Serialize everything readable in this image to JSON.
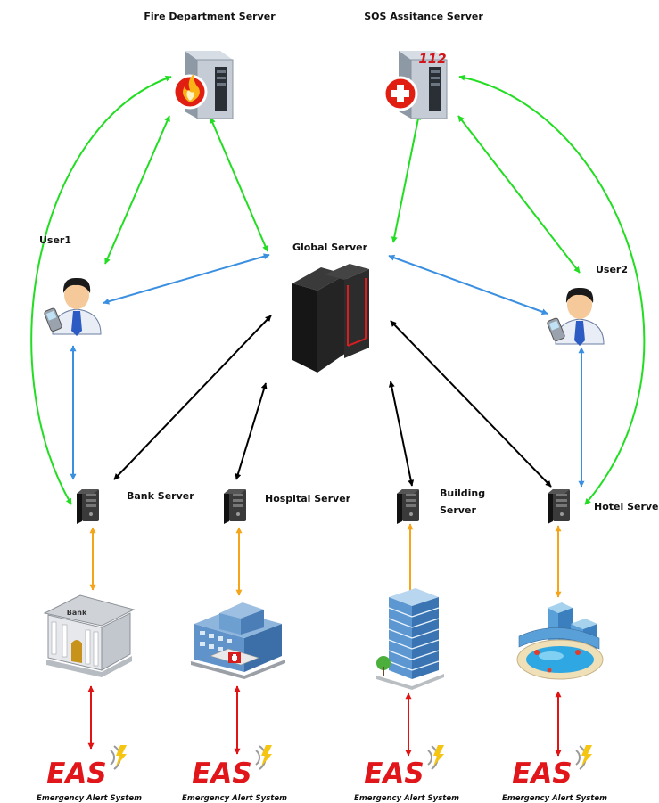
{
  "nodes": {
    "fire_server": "Fire Department Server",
    "sos_server": "SOS Assitance Server",
    "global_server": "Global Server",
    "user1": "User1",
    "user2": "User2",
    "bank_server": "Bank Server",
    "hospital_server": "Hospital Server",
    "building_server_line1": "Building",
    "building_server_line2": "Server",
    "hotel_server": "Hotel Server"
  },
  "icons": {
    "bank_sign": "Bank",
    "sos_number": "112"
  },
  "eas": {
    "title": "EAS",
    "subtitle": "Emergency Alert System"
  },
  "colors": {
    "green": "#22dd22",
    "blue": "#3a8fe0",
    "black": "#000000",
    "orange": "#f5a51a",
    "red": "#e01414",
    "eas_red": "#e0161b"
  },
  "connections": [
    {
      "from": "User1",
      "to": "Fire Department Server",
      "color": "green"
    },
    {
      "from": "Global Server",
      "to": "Fire Department Server",
      "color": "green"
    },
    {
      "from": "Bank Server",
      "to": "Fire Department Server",
      "color": "green"
    },
    {
      "from": "Global Server",
      "to": "SOS Assitance Server",
      "color": "green"
    },
    {
      "from": "User2",
      "to": "SOS Assitance Server",
      "color": "green"
    },
    {
      "from": "Hotel Server",
      "to": "SOS Assitance Server",
      "color": "green"
    },
    {
      "from": "User1",
      "to": "Global Server",
      "color": "blue"
    },
    {
      "from": "User2",
      "to": "Global Server",
      "color": "blue"
    },
    {
      "from": "User1",
      "to": "Bank Server",
      "color": "blue"
    },
    {
      "from": "User2",
      "to": "Hotel Server",
      "color": "blue"
    },
    {
      "from": "Global Server",
      "to": "Bank Server",
      "color": "black"
    },
    {
      "from": "Global Server",
      "to": "Hospital Server",
      "color": "black"
    },
    {
      "from": "Global Server",
      "to": "Building Server",
      "color": "black"
    },
    {
      "from": "Global Server",
      "to": "Hotel Server",
      "color": "black"
    },
    {
      "from": "Bank Server",
      "to": "Bank",
      "color": "orange"
    },
    {
      "from": "Hospital Server",
      "to": "Hospital",
      "color": "orange"
    },
    {
      "from": "Building Server",
      "to": "Building",
      "color": "orange"
    },
    {
      "from": "Hotel Server",
      "to": "Hotel",
      "color": "orange"
    },
    {
      "from": "Bank",
      "to": "EAS",
      "color": "red"
    },
    {
      "from": "Hospital",
      "to": "EAS",
      "color": "red"
    },
    {
      "from": "Building",
      "to": "EAS",
      "color": "red"
    },
    {
      "from": "Hotel",
      "to": "EAS",
      "color": "red"
    }
  ]
}
